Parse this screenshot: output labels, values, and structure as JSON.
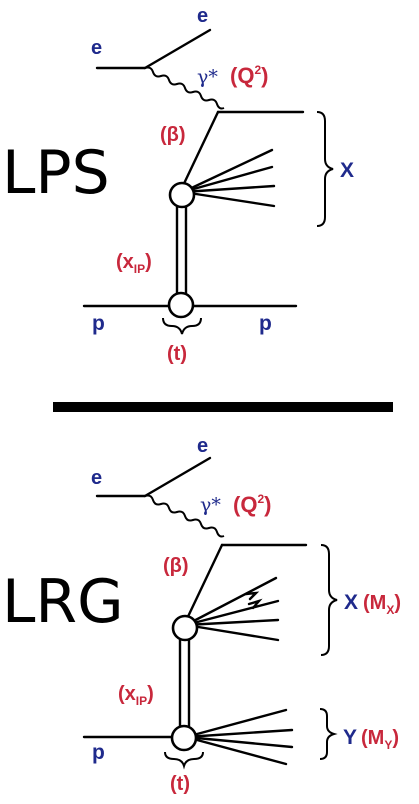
{
  "diagrams": [
    {
      "title": "LPS",
      "electron_in": "e",
      "electron_out": "e",
      "photon": "γ*",
      "virtuality": "(Q",
      "virtuality_sup": "2",
      "virtuality_close": ")",
      "beta": "(β)",
      "xpom": "(x",
      "xpom_sub": "IP",
      "xpom_close": ")",
      "proton_in": "p",
      "proton_out": "p",
      "t": "(t)",
      "system_x": "X"
    },
    {
      "title": "LRG",
      "electron_in": "e",
      "electron_out": "e",
      "photon": "γ*",
      "virtuality": "(Q",
      "virtuality_sup": "2",
      "virtuality_close": ")",
      "beta": "(β)",
      "xpom": "(x",
      "xpom_sub": "IP",
      "xpom_close": ")",
      "proton_in": "p",
      "t": "(t)",
      "system_x": "X",
      "mass_x": "(M",
      "mass_x_sub": "X",
      "mass_x_close": ")",
      "system_y": "Y",
      "mass_y": "(M",
      "mass_y_sub": "Y",
      "mass_y_close": ")"
    }
  ]
}
